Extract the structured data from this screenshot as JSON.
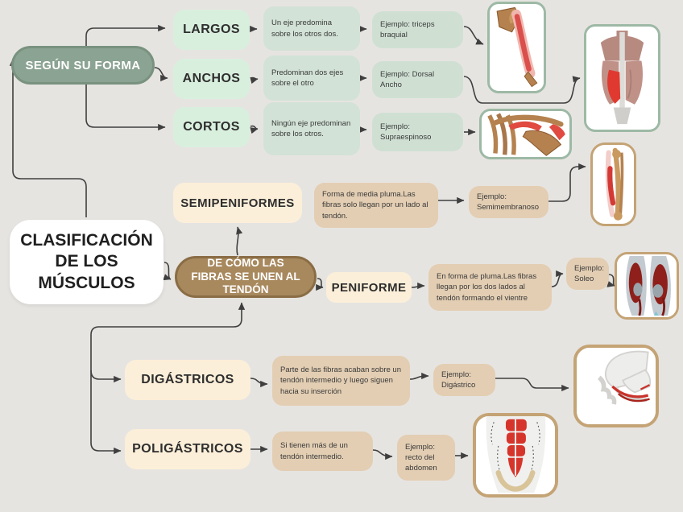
{
  "map": {
    "root_label": "CLASIFICACIÓN DE LOS MÚSCULOS",
    "forma": {
      "label": "SEGÚN SU FORMA",
      "nodes": [
        {
          "label": "LARGOS",
          "desc": "Un eje predomina sobre los otros dos.",
          "example": "Ejemplo: triceps braquial"
        },
        {
          "label": "ANCHOS",
          "desc": "Predominan dos ejes sobre el otro",
          "example": "Ejemplo: Dorsal Ancho"
        },
        {
          "label": "CORTOS",
          "desc": "Ningún eje predominan sobre los otros.",
          "example": "Ejemplo: Supraespinoso"
        }
      ]
    },
    "fibras": {
      "label": "DE CÓMO LAS FIBRAS SE UNEN AL TENDÓN",
      "nodes": [
        {
          "label": "SEMIPENIFORMES",
          "desc": "Forma de media pluma.Las fibras solo llegan por un lado al tendón.",
          "example": "Ejemplo: Semimembranoso"
        },
        {
          "label": "PENIFORME",
          "desc": "En forma de pluma.Las fibras llegan por los dos lados al tendón formando el vientre",
          "example": "Ejemplo: Soleo"
        },
        {
          "label": "DIGÁSTRICOS",
          "desc": "Parte de las fibras acaban sobre un tendón intermedio y luego siguen hacia su inserción",
          "example": "Ejemplo: Digástrico"
        },
        {
          "label": "POLIGÁSTRICOS",
          "desc": "Si tienen más de un tendón intermedio.",
          "example": "Ejemplo: recto del abdomen"
        }
      ]
    },
    "illustrations": [
      "triceps-braquial-arm",
      "dorsal-ancho-back",
      "supraespinoso-shoulder",
      "semimembranoso-leg",
      "soleo-calves",
      "digastrico-jaw",
      "recto-del-abdomen-torso"
    ]
  },
  "colors": {
    "background": "#e6e4e1",
    "forma_pill": "#8ba392",
    "forma_node": "#d9efde",
    "forma_desc": "#d2e2d6",
    "forma_example": "#cfe0d3",
    "fibras_pill": "#a8895e",
    "fibras_node": "#fcefd9",
    "fibras_desc": "#e3ceb3",
    "root_box": "#ffffff",
    "connector": "#3f3f3f",
    "image_border_green": "#9db9a5",
    "image_border_tan": "#c4a375",
    "muscle_red": "#d6352c"
  }
}
